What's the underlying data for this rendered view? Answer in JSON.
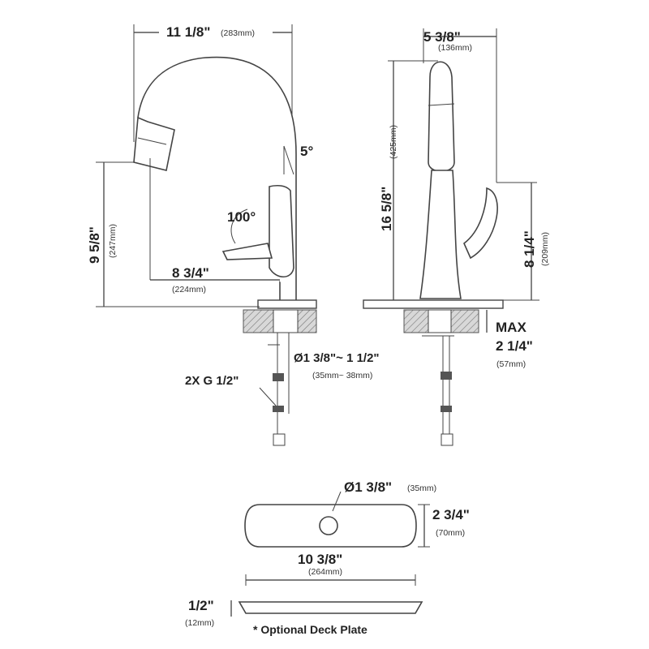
{
  "figure": {
    "side_view": {
      "reach_width": "11 1/8\"",
      "reach_width_mm": "(283mm)",
      "spray_angle": "5°",
      "handle_angle": "100°",
      "spout_height": "9 5/8\"",
      "spout_height_mm": "(247mm)",
      "spout_reach": "8 3/4\"",
      "spout_reach_mm": "(224mm)",
      "hole_diameter": "Ø1 3/8\"~ 1 1/2\"",
      "hole_diameter_mm": "(35mm~ 38mm)",
      "supply_lines": "2X G 1/2\""
    },
    "front_view": {
      "width": "5 3/8\"",
      "width_mm": "(136mm)",
      "total_height": "16 5/8\"",
      "total_height_mm": "(425mm)",
      "handle_height": "8 1/4\"",
      "handle_height_mm": "(209mm)",
      "max_label": "MAX",
      "deck_thickness": "2 1/4\"",
      "deck_thickness_mm": "(57mm)"
    },
    "deck_plate": {
      "hole_diameter": "Ø1 3/8\"",
      "hole_diameter_mm": "(35mm)",
      "depth": "2 3/4\"",
      "depth_mm": "(70mm)",
      "length": "10 3/8\"",
      "length_mm": "(264mm)",
      "thickness": "1/2\"",
      "thickness_mm": "(12mm)",
      "note": "* Optional Deck Plate"
    }
  }
}
